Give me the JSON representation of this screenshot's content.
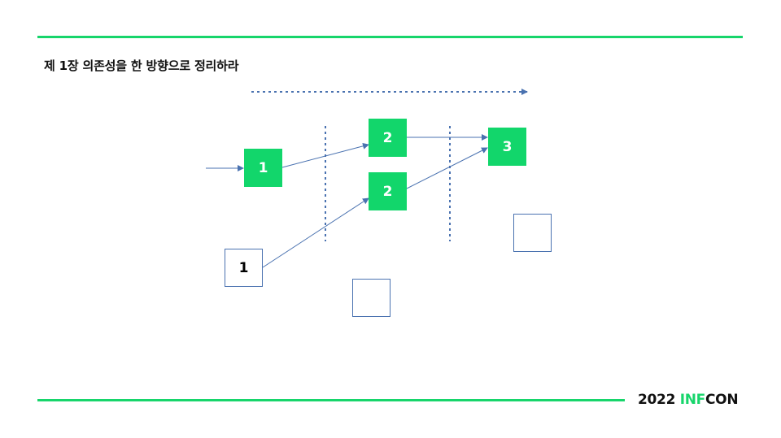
{
  "slide": {
    "title": "제 1장 의존성을 한 방향으로 정리하라",
    "brand_year": "2022 ",
    "brand_accent": "INF",
    "brand_rest": "CON",
    "accent_color": "#17d56b",
    "line_color": "#4a72b0"
  },
  "diagram": {
    "green_boxes": [
      {
        "label": "1"
      },
      {
        "label": "2"
      },
      {
        "label": "2"
      },
      {
        "label": "3"
      }
    ],
    "outline_boxes": [
      {
        "label": "1"
      },
      {
        "label": ""
      },
      {
        "label": ""
      }
    ]
  }
}
